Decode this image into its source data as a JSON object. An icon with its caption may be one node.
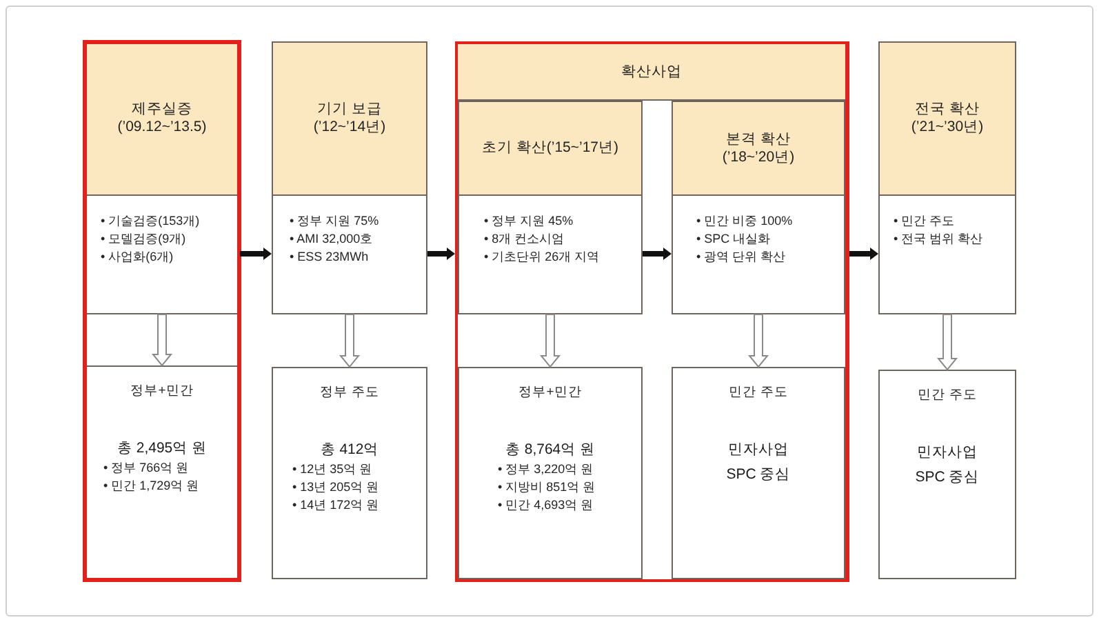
{
  "diagram": {
    "nodes": [
      {
        "text": [
          "제주실증 (’09.12~’13.5)",
          "• 기술검증(153개)",
          "• 모델검증(9개)",
          "• 사업화(6개)"
        ]
      },
      {
        "text": [
          "정부+민간",
          "총 2,495억 원",
          "• 정부 766억 원",
          "• 민간 1,729억 원"
        ]
      },
      {
        "text": [
          "기기 보급 (’12~’14년)",
          "• 정부 지원 75%",
          "• AMI 32,000호",
          "• ESS 23MWh"
        ]
      },
      {
        "text": [
          "정부 주도",
          "총 412억",
          "• 12년 35억 원",
          "• 13년 205억 원",
          "• 14년 172억 원"
        ]
      },
      {
        "text": [
          "확산사업"
        ]
      },
      {
        "text": [
          "초기 확산(’15~’17년)",
          "• 정부 지원 45%",
          "• 8개 컨소시엄",
          "• 기초단위 26개 지역"
        ],
        "in": 4
      },
      {
        "text": [
          "정부+민간",
          "총 8,764억 원",
          "• 정부 3,220억 원",
          "• 지방비 851억 원",
          "• 민간 4,693억 원"
        ],
        "in": 4
      },
      {
        "text": [
          "본격 확산 (’18~’20년)",
          "• 민간 비중 100%",
          "• SPC 내실화",
          "• 광역 단위 확산"
        ],
        "in": 4
      },
      {
        "text": [
          "민간 주도",
          "민자사업",
          "SPC 중심"
        ],
        "in": 4
      },
      {
        "text": [
          "전국 확산 (’21~’30년)",
          "• 민간 주도",
          "• 전국 범위 확산"
        ]
      },
      {
        "text": [
          "민간 주도",
          "민자사업",
          "SPC 중심"
        ]
      }
    ],
    "edges": [
      {
        "from": 0,
        "to": 1,
        "arrow": "to"
      },
      {
        "from": 0,
        "to": 2,
        "arrow": "to",
        "style": "thick",
        "color": "#111111"
      },
      {
        "from": 2,
        "to": 3,
        "arrow": "to"
      },
      {
        "from": 2,
        "to": 4,
        "arrow": "to",
        "style": "thick",
        "color": "#111111"
      },
      {
        "from": 5,
        "to": 6,
        "arrow": "to"
      },
      {
        "from": 5,
        "to": 7,
        "arrow": "to",
        "style": "thick",
        "color": "#111111"
      },
      {
        "from": 7,
        "to": 8,
        "arrow": "to"
      },
      {
        "from": 4,
        "to": 9,
        "arrow": "to",
        "style": "thick",
        "color": "#111111"
      },
      {
        "from": 9,
        "to": 10,
        "arrow": "to"
      }
    ]
  }
}
